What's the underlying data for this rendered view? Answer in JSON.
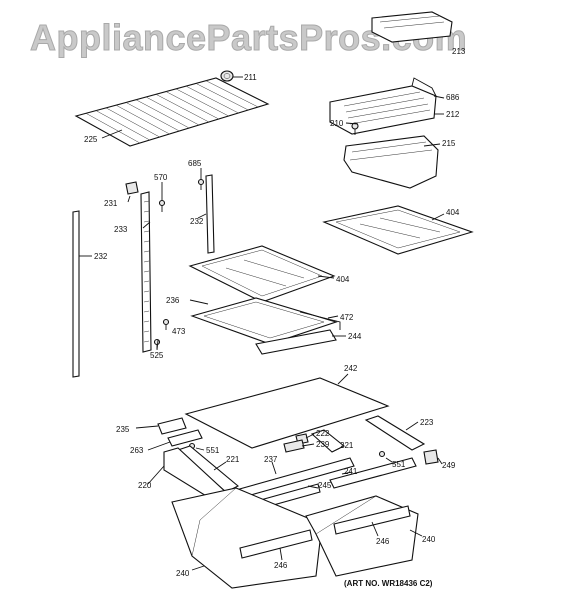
{
  "watermark": "AppliancePartsPros.com",
  "art_number": "(ART NO. WR18436 C2)",
  "callouts": {
    "c211": "211",
    "c213": "213",
    "c225": "225",
    "c686": "686",
    "c212": "212",
    "c210": "210",
    "c215": "215",
    "c685": "685",
    "c570": "570",
    "c231": "231",
    "c233": "233",
    "c232a": "232",
    "c232b": "232",
    "c404a": "404",
    "c404b": "404",
    "c236": "236",
    "c472": "472",
    "c473": "473",
    "c525": "525",
    "c244": "244",
    "c242": "242",
    "c235": "235",
    "c223": "223",
    "c222": "222",
    "c239": "239",
    "c263": "263",
    "c551a": "551",
    "c221a": "221",
    "c221b": "221",
    "c237": "237",
    "c241": "241",
    "c551b": "551",
    "c249": "249",
    "c220": "220",
    "c245": "245",
    "c246a": "246",
    "c246b": "246",
    "c240a": "240",
    "c240b": "240"
  }
}
